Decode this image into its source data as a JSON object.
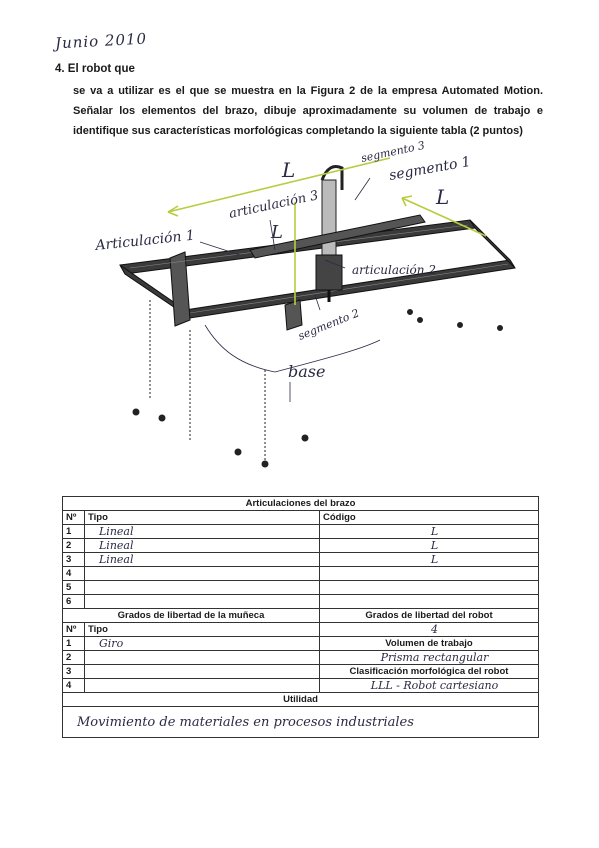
{
  "header": {
    "date_note": "Junio 2010",
    "question_number": "4. El robot  que",
    "question_text": "se va a utilizar es el que se muestra en la Figura 2 de la empresa Automated Motion. Señalar los elementos del brazo, dibuje aproximadamente su volumen de trabajo e identifique sus características morfológicas completando la siguiente tabla (2 puntos)"
  },
  "figure": {
    "annotations": {
      "L_top": "L",
      "L_right": "L",
      "L_mid": "L",
      "segmento3": "segmento 3",
      "segmento1": "segmento 1",
      "articulacion3": "articulación 3",
      "articulacion1": "Articulación 1",
      "articulacion2": "articulación 2",
      "segmento2": "segmento 2",
      "base": "base"
    }
  },
  "table": {
    "arm_title": "Articulaciones del brazo",
    "col_no": "Nº",
    "col_tipo": "Tipo",
    "col_codigo": "Código",
    "arm_rows": [
      {
        "no": "1",
        "tipo": "Lineal",
        "codigo": "L"
      },
      {
        "no": "2",
        "tipo": "Lineal",
        "codigo": "L"
      },
      {
        "no": "3",
        "tipo": "Lineal",
        "codigo": "L"
      },
      {
        "no": "4",
        "tipo": "",
        "codigo": ""
      },
      {
        "no": "5",
        "tipo": "",
        "codigo": ""
      },
      {
        "no": "6",
        "tipo": "",
        "codigo": ""
      }
    ],
    "wrist_title": "Grados de libertad de la muñeca",
    "robot_dof_title": "Grados de libertad del robot",
    "robot_dof_value": "4",
    "wrist_rows": [
      {
        "no": "1",
        "tipo": "Giro"
      },
      {
        "no": "2",
        "tipo": ""
      },
      {
        "no": "3",
        "tipo": ""
      },
      {
        "no": "4",
        "tipo": ""
      }
    ],
    "volume_title": "Volumen de trabajo",
    "volume_value": "Prisma rectangular",
    "morph_title": "Clasificación morfológica del robot",
    "morph_value": "LLL - Robot cartesiano",
    "utility_title": "Utilidad",
    "utility_value": "Movimiento de materiales en procesos industriales"
  }
}
